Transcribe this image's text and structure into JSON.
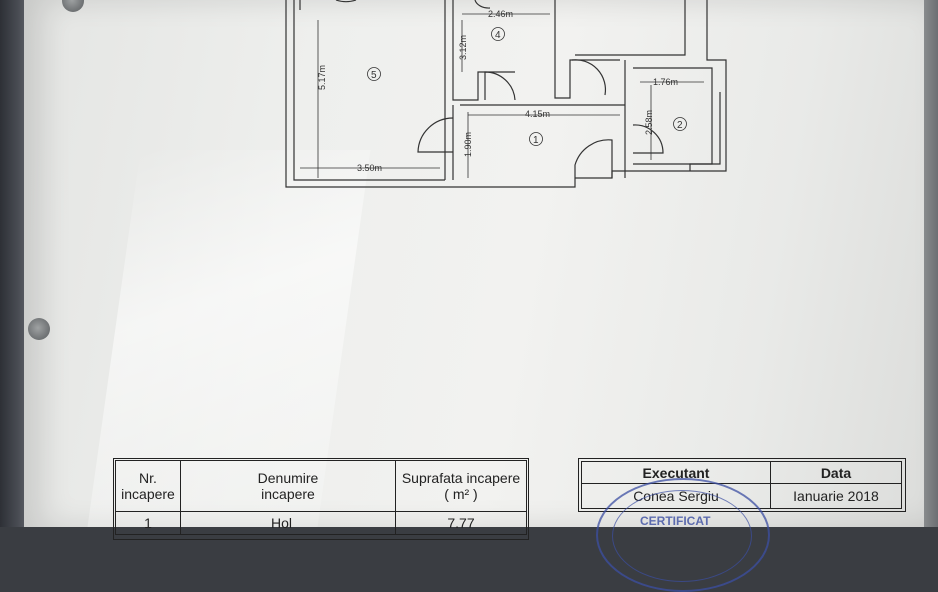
{
  "plan": {
    "rooms": [
      "1",
      "2",
      "4",
      "5"
    ],
    "dimensions": {
      "d_246": "2.46m",
      "d_312": "3.12m",
      "d_517": "5.17m",
      "d_176": "1.76m",
      "d_415": "4.15m",
      "d_258": "2.58m",
      "d_190": "1.90m",
      "d_350": "3.50m"
    }
  },
  "rooms_table": {
    "headers": {
      "nr_line1": "Nr.",
      "nr_line2": "incapere",
      "name_line1": "Denumire",
      "name_line2": "incapere",
      "area_line1": "Suprafata incapere",
      "area_line2": "( m² )"
    },
    "first_row": {
      "nr": "1",
      "name": "Hol",
      "area": "7.77"
    }
  },
  "executant_table": {
    "headers": {
      "executant": "Executant",
      "data": "Data"
    },
    "row": {
      "executant": "Conea Sergiu",
      "data": "Ianuarie 2018"
    }
  },
  "stamp": {
    "text": "CERTIFICAT"
  },
  "colors": {
    "line": "#333333",
    "stamp": "#3c4fa3",
    "paper": "#eeefed"
  }
}
